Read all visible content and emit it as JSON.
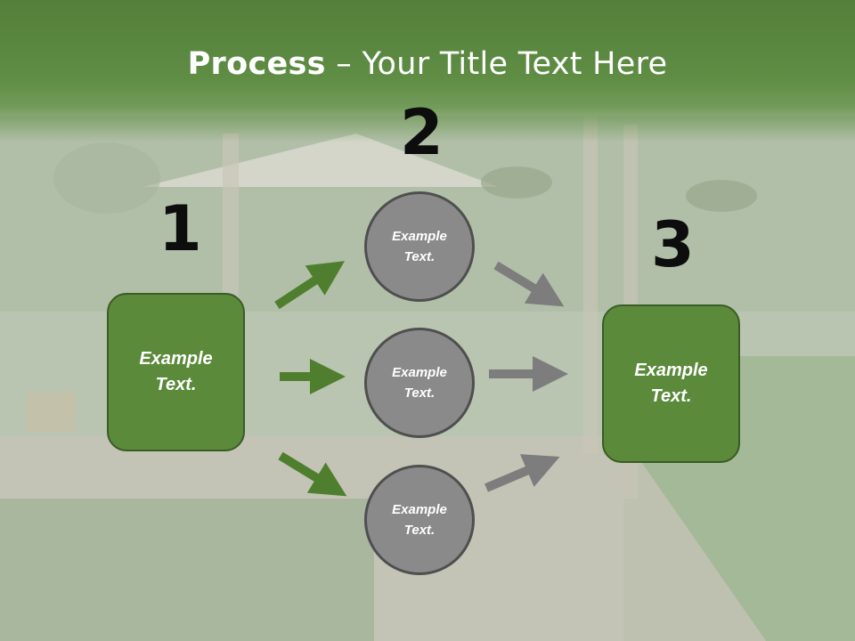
{
  "title": {
    "bold": "Process",
    "rest": " – Your Title Text Here"
  },
  "numbers": {
    "one": "1",
    "two": "2",
    "three": "3"
  },
  "left_box": {
    "text": "Example Text."
  },
  "right_box": {
    "text": "Example Text."
  },
  "circles": [
    {
      "text": "Example Text."
    },
    {
      "text": "Example Text."
    },
    {
      "text": "Example Text."
    }
  ],
  "colors": {
    "header_green": "#5f8d44",
    "box_green": "#5b8a3b",
    "box_border": "#3a5c25",
    "circle_grey": "#8a8a8a",
    "arrow_green": "#4f7f2e",
    "arrow_grey": "#7d7d7d"
  }
}
